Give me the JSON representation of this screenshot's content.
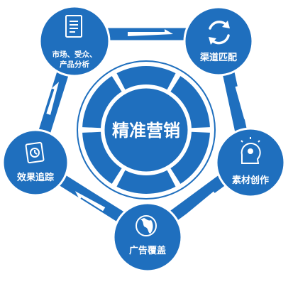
{
  "center": {
    "label": "精准营销",
    "segments": 6
  },
  "nodes": [
    {
      "id": "market",
      "label_line1": "市场、受众、",
      "label_line2": "产品分析",
      "icon": "document-icon"
    },
    {
      "id": "channel",
      "label": "渠道匹配",
      "icon": "refresh-cycle-icon"
    },
    {
      "id": "creative",
      "label": "素材创作",
      "icon": "idea-head-icon"
    },
    {
      "id": "ads",
      "label": "广告覆盖",
      "icon": "globe-icon"
    },
    {
      "id": "tracking",
      "label": "效果追踪",
      "icon": "clock-card-icon"
    }
  ],
  "colors": {
    "primary": "#1f6fbe",
    "dark": "#1a5fa8",
    "ring_outline": "#2b73bd",
    "text": "#ffffff",
    "background": "#ffffff"
  }
}
